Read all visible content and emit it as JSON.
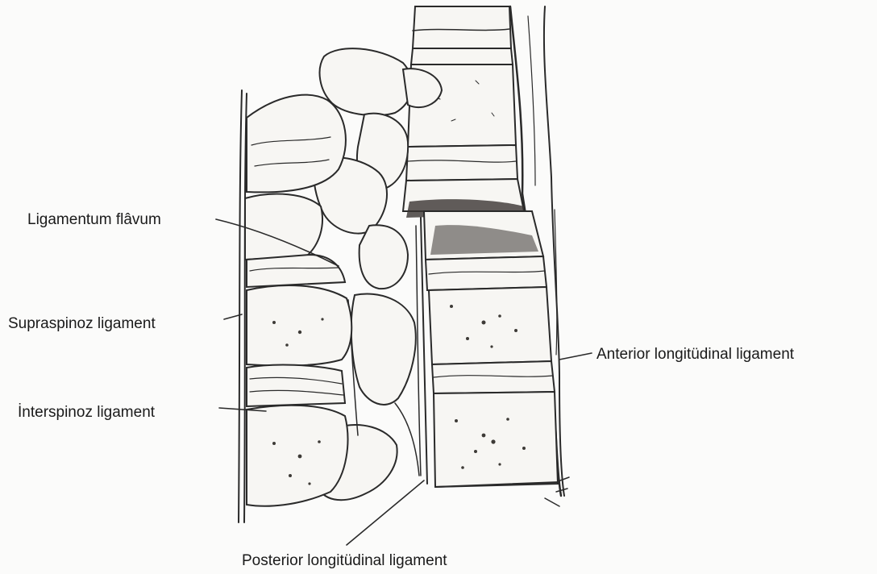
{
  "labels": {
    "ligamentum_flavum": "Ligamentum flâvum",
    "supraspinoz": "Supraspinoz ligament",
    "interspinoz": "İnterspinoz ligament",
    "anterior_longitudinal": "Anterior longitüdinal ligament",
    "posterior_longitudinal": "Posterior longitüdinal ligament"
  }
}
